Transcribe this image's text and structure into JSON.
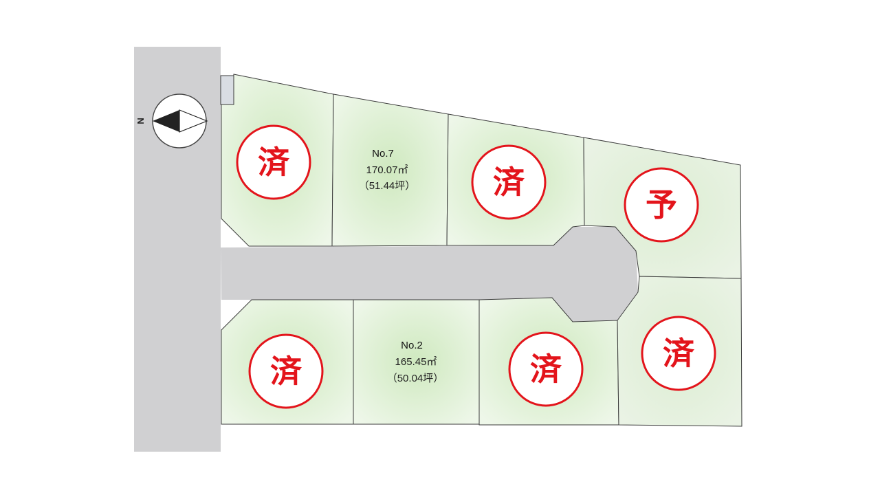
{
  "compass": {
    "north_label": "N",
    "icon": "compass-arrow-icon"
  },
  "colors": {
    "lot_fill": "#e2f1d9",
    "lot_sold_fill": "#d9efcf",
    "road": "#d0d0d2",
    "stamp_red": "#e3141b"
  },
  "lots": {
    "nw": {
      "stamp": "済"
    },
    "no7": {
      "number": "No.7",
      "area_sqm": "170.07㎡",
      "area_tsubo": "（51.44坪）"
    },
    "ncm": {
      "stamp": "済"
    },
    "ne": {
      "stamp": "予"
    },
    "sw": {
      "stamp": "済"
    },
    "no2": {
      "number": "No.2",
      "area_sqm": "165.45㎡",
      "area_tsubo": "（50.04坪）"
    },
    "scm": {
      "stamp": "済"
    },
    "se": {
      "stamp": "済"
    }
  }
}
